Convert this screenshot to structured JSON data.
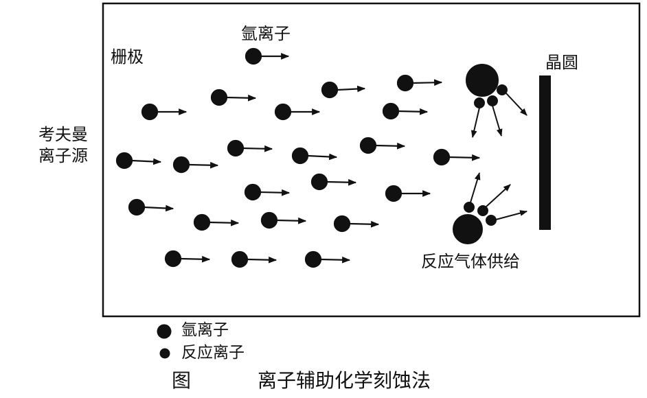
{
  "labels": {
    "argon_ion": "氩离子",
    "grid": "栅极",
    "source_line1": "考夫曼",
    "source_line2": "离子源",
    "wafer": "晶圆",
    "reactive_gas": "反应气体供给"
  },
  "legend": {
    "argon_ion": "氩离子",
    "reactive_ion": "反应离子"
  },
  "caption": {
    "prefix": "图",
    "title": "离子辅助化学刻蚀法"
  },
  "colors": {
    "ink": "#111111",
    "background": "#ffffff"
  }
}
